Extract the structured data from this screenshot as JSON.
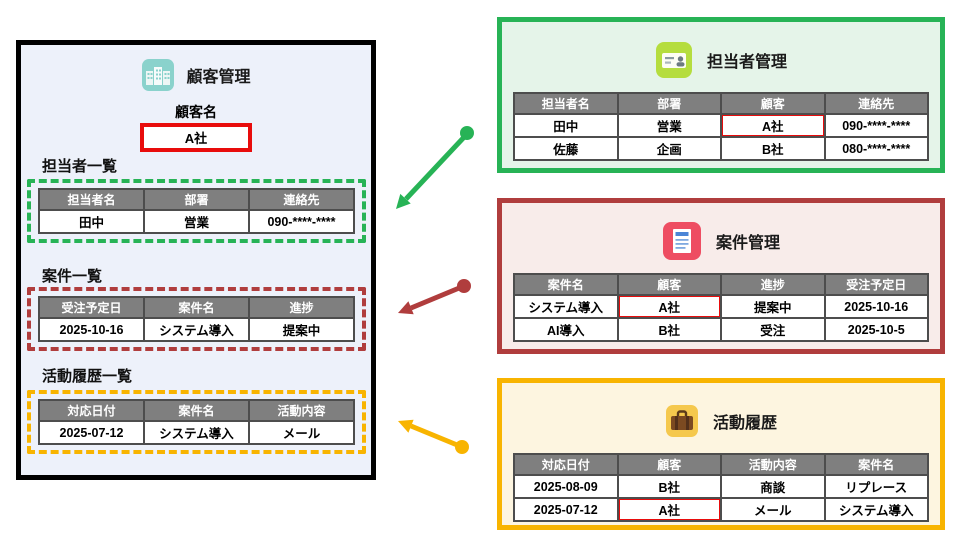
{
  "colors": {
    "green": "#27b356",
    "red": "#b03d3d",
    "yellow": "#f8b400",
    "highlight_red": "#e80c0c"
  },
  "customer_panel": {
    "title": "顧客管理",
    "customer_name_label": "顧客名",
    "customer_name_value": "A社",
    "staff_section": {
      "heading": "担当者一覧",
      "headers": [
        "担当者名",
        "部署",
        "連絡先"
      ],
      "rows": [
        [
          "田中",
          "営業",
          "090-****-****"
        ]
      ]
    },
    "deal_section": {
      "heading": "案件一覧",
      "headers": [
        "受注予定日",
        "案件名",
        "進捗"
      ],
      "rows": [
        [
          "2025-10-16",
          "システム導入",
          "提案中"
        ]
      ]
    },
    "activity_section": {
      "heading": "活動履歴一覧",
      "headers": [
        "対応日付",
        "案件名",
        "活動内容"
      ],
      "rows": [
        [
          "2025-07-12",
          "システム導入",
          "メール"
        ]
      ]
    }
  },
  "staff_panel": {
    "title": "担当者管理",
    "headers": [
      "担当者名",
      "部署",
      "顧客",
      "連絡先"
    ],
    "rows": [
      [
        "田中",
        "営業",
        "A社",
        "090-****-****"
      ],
      [
        "佐藤",
        "企画",
        "B社",
        "080-****-****"
      ]
    ]
  },
  "deal_panel": {
    "title": "案件管理",
    "headers": [
      "案件名",
      "顧客",
      "進捗",
      "受注予定日"
    ],
    "rows": [
      [
        "システム導入",
        "A社",
        "提案中",
        "2025-10-16"
      ],
      [
        "AI導入",
        "B社",
        "受注",
        "2025-10-5"
      ]
    ]
  },
  "activity_panel": {
    "title": "活動履歴",
    "headers": [
      "対応日付",
      "顧客",
      "活動内容",
      "案件名"
    ],
    "rows": [
      [
        "2025-08-09",
        "B社",
        "商談",
        "リプレース"
      ],
      [
        "2025-07-12",
        "A社",
        "メール",
        "システム導入"
      ]
    ]
  }
}
